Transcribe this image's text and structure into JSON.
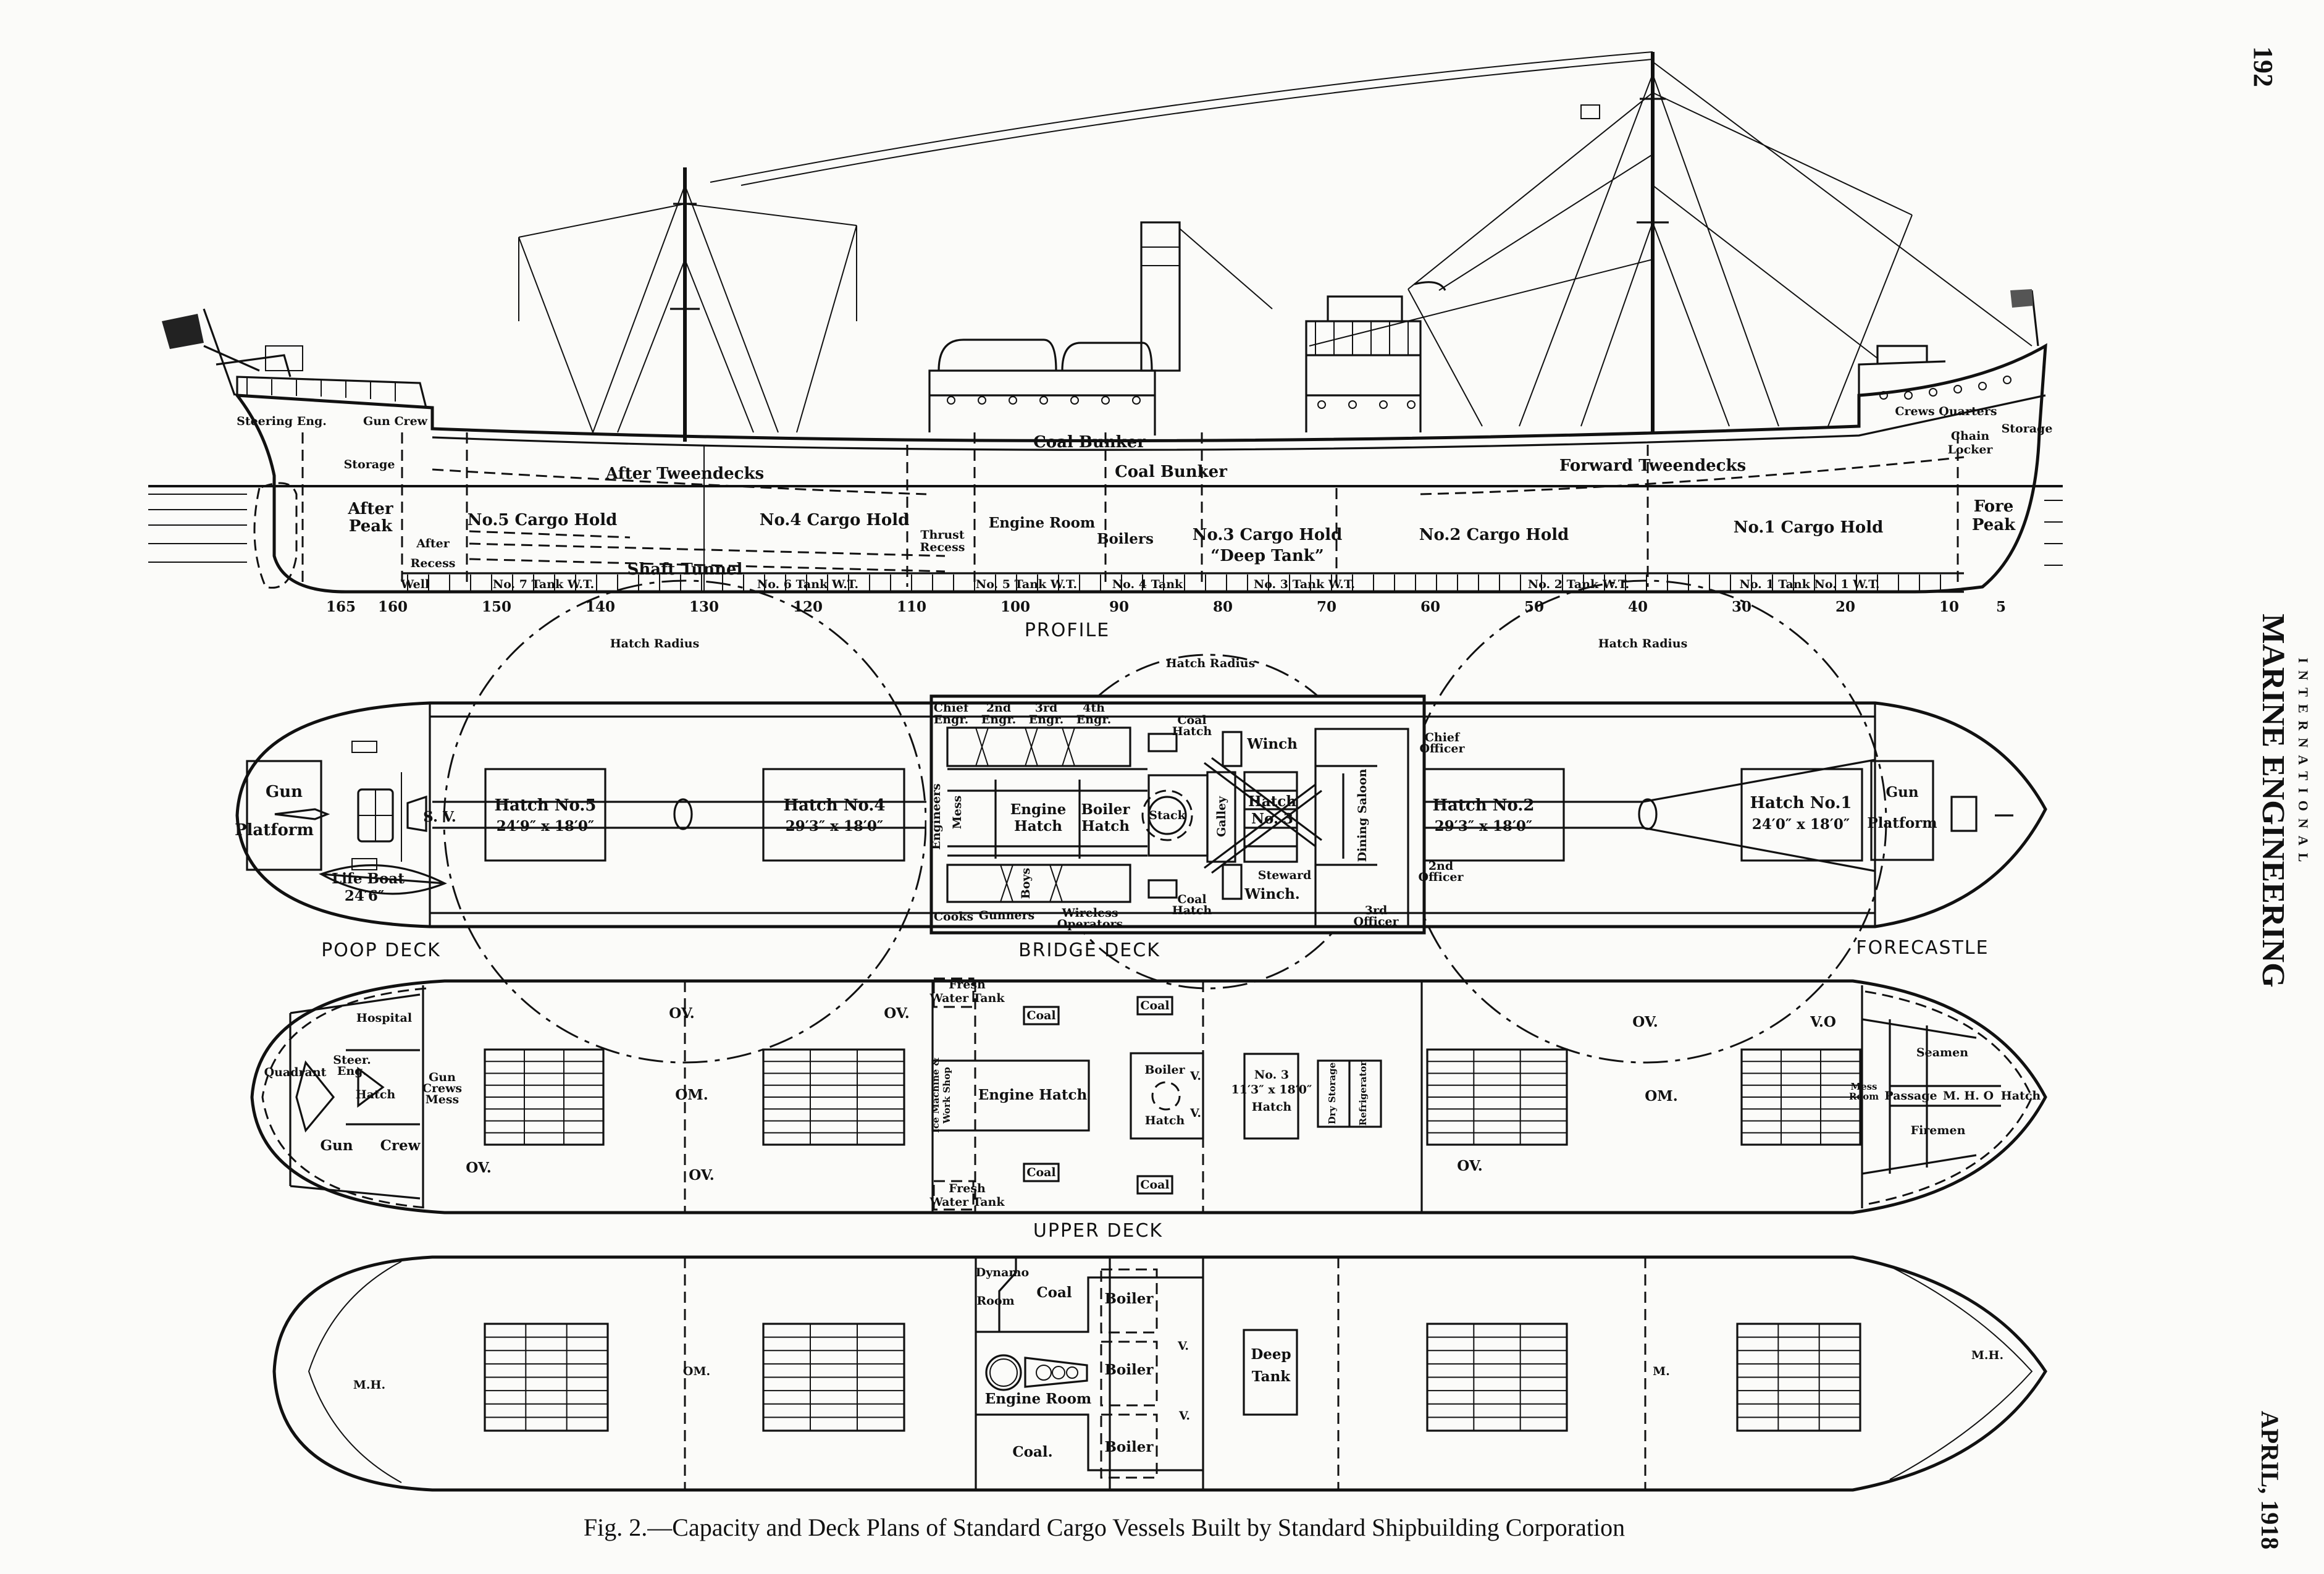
{
  "page_number": "192",
  "journal": {
    "line1": "INTERNATIONAL",
    "line2": "MARINE ENGINEERING",
    "date": "APRIL, 1918"
  },
  "caption": "Fig. 2.—Capacity and Deck Plans of Standard Cargo Vessels Built by Standard Shipbuilding Corporation",
  "profile": {
    "title": "PROFILE",
    "steering_eng": "Steering Eng.",
    "gun_crew": "Gun Crew",
    "storage_aft": "Storage",
    "after_tweendecks": "After Tweendecks",
    "coal_bunker_upper": "Coal Bunker",
    "coal_bunker_lower": "Coal Bunker",
    "forward_tweendecks": "Forward Tweendecks",
    "crews_quarters": "Crews Quarters",
    "chain_locker_1": "Chain",
    "chain_locker_2": "Locker",
    "storage_fwd": "Storage",
    "after_peak_1": "After",
    "after_peak_2": "Peak",
    "hold5": "No.5 Cargo Hold",
    "hold4": "No.4 Cargo Hold",
    "thrust_recess_1": "Thrust",
    "thrust_recess_2": "Recess",
    "engine_room": "Engine Room",
    "boilers": "Boilers",
    "hold3": "No.3 Cargo Hold",
    "deep_tank": "“Deep Tank”",
    "hold2": "No.2 Cargo Hold",
    "hold1": "No.1 Cargo Hold",
    "fore_peak_1": "Fore",
    "fore_peak_2": "Peak",
    "after_recess_1": "After",
    "after_recess_2": "Recess",
    "shaft_tunnel": "Shaft Tunnel",
    "well": "Well",
    "tanks": [
      "No. 7 Tank W.T.",
      "No. 6 Tank W.T.",
      "No. 5 Tank W.T.",
      "No. 4 Tank",
      "No. 3 Tank W.T.",
      "No. 2 Tank W.T.",
      "No. 1 Tank No. 1 W.T."
    ],
    "frames": [
      165,
      160,
      150,
      140,
      130,
      120,
      110,
      100,
      90,
      80,
      70,
      60,
      50,
      40,
      30,
      20,
      10,
      5
    ]
  },
  "poop_deck": {
    "title": "POOP DECK",
    "gun_platform_1": "Gun",
    "gun_platform_2": "Platform",
    "life_boat_1": "Life Boat",
    "life_boat_2": "24′6″",
    "steering_wheel": "S. V."
  },
  "bridge_deck": {
    "title": "BRIDGE DECK",
    "hatch_radius": [
      "Hatch    Radius",
      "Hatch   Radius",
      "Hatch    Radius"
    ],
    "hatch5": "Hatch No.5",
    "hatch5_size": "24′9″ x 18′0″",
    "hatch4": "Hatch No.4",
    "hatch4_size": "29′3″ x 18′0″",
    "hatch2": "Hatch No.2",
    "hatch2_size": "29′3″ x 18′0″",
    "hatch1": "Hatch No.1",
    "hatch1_size": "24′0″ x 18′0″",
    "chief_engr_1": "Chief",
    "chief_engr_2": "Engr.",
    "second_engr_1": "2nd",
    "second_engr_2": "Engr.",
    "third_engr_1": "3rd",
    "third_engr_2": "Engr.",
    "fourth_engr_1": "4th",
    "fourth_engr_2": "Engr.",
    "engineers": "Engineers",
    "mess": "Mess",
    "engine_hatch_1": "Engine",
    "engine_hatch_2": "Hatch",
    "boiler_hatch_1": "Boiler",
    "boiler_hatch_2": "Hatch",
    "stack": "Stack",
    "coal_hatch_1": "Coal",
    "coal_hatch_2": "Hatch",
    "winch": "Winch",
    "winch_lower": "Winch.",
    "galley": "Galley",
    "hatch3_1": "Hatch",
    "hatch3_2": "No. 3",
    "dining_saloon": "Dining Saloon",
    "chief_officer_1": "Chief",
    "chief_officer_2": "Officer",
    "second_officer_1": "2nd",
    "second_officer_2": "Officer",
    "third_officer_1": "3rd",
    "third_officer_2": "Officer",
    "steward": "Steward",
    "cooks": "Cooks",
    "gunners": "Gunners",
    "boys": "Boys",
    "wireless_1": "Wireless",
    "wireless_2": "Operators"
  },
  "forecastle": {
    "title": "FORECASTLE",
    "gun_platform_1": "Gun",
    "gun_platform_2": "Platform"
  },
  "upper_deck": {
    "title": "UPPER DECK",
    "hospital": "Hospital",
    "quadrant": "Quadrant",
    "steer_eng_1": "Steer.",
    "steer_eng_2": "Eng.",
    "hatch_aft": "Hatch",
    "gun_crews_mess_1": "Gun",
    "gun_crews_mess_2": "Crews",
    "gun_crews_mess_3": "Mess",
    "gun_crew_1": "Gun",
    "gun_crew_2": "Crew",
    "ov": "OV.",
    "om": "OM.",
    "vo": "V.O",
    "fresh_water_tank_1": "Fresh",
    "fresh_water_tank_2": "Water Tank",
    "coal": "Coal",
    "ice_machine": "Ice Machine &",
    "work_shop": "Work Shop",
    "engine_hatch": "Engine Hatch",
    "boiler_hatch_1": "Boiler",
    "boiler_hatch_2": "Hatch",
    "v": "V.",
    "hatch3_1": "No. 3",
    "hatch3_2": "11′3″ x 18′0″",
    "hatch3_3": "Hatch",
    "dry_storage": "Dry Storage",
    "refrigerator": "Refrigerator",
    "seamen": "Seamen",
    "mess_room_1": "Mess",
    "mess_room_2": "Room",
    "passage": "Passage",
    "mho": "M. H. O",
    "hatch_fwd": "Hatch",
    "firemen": "Firemen"
  },
  "lower_deck": {
    "dynamo_1": "Dynamo",
    "dynamo_2": "Room",
    "coal_1": "Coal",
    "coal_2": "Coal.",
    "boiler": "Boiler",
    "engine_room": "Engine Room",
    "deep_tank_1": "Deep",
    "deep_tank_2": "Tank",
    "v": "V.",
    "mh": "M.H.",
    "om": "OM.",
    "m": "M."
  }
}
